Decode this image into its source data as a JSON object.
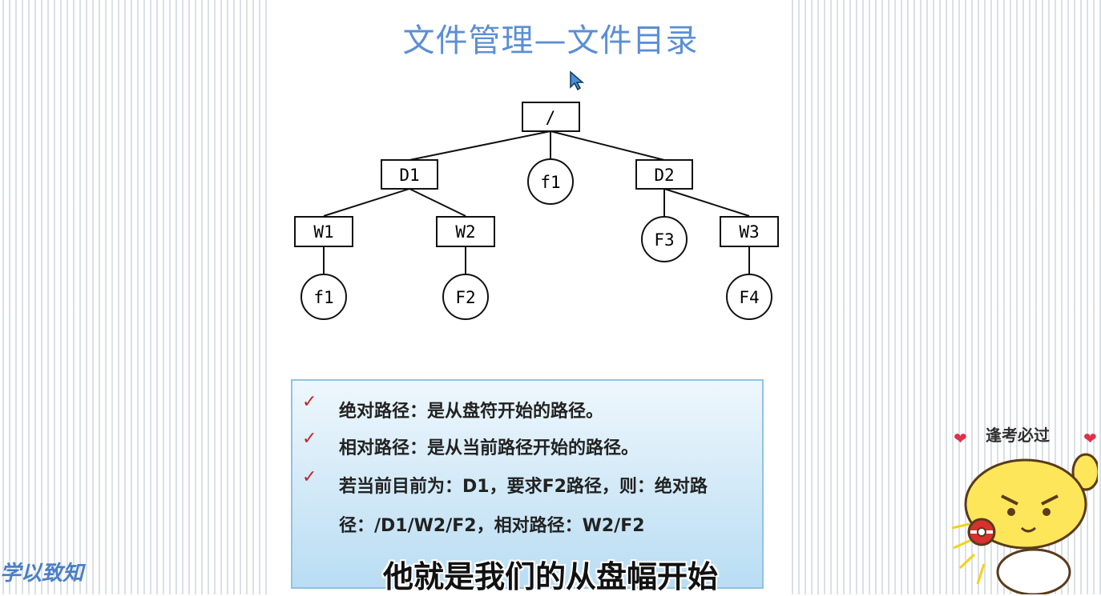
{
  "title": "文件管理—文件目录",
  "tree": {
    "root": "/",
    "level1": [
      "D1",
      "f1",
      "D2"
    ],
    "level2": [
      "W1",
      "W2",
      "F3",
      "W3"
    ],
    "level3": [
      "f1",
      "F2",
      "F4"
    ]
  },
  "bullets": [
    "绝对路径：是从盘符开始的路径。",
    "相对路径：是从当前路径开始的路径。",
    "若当前目前为：D1，要求F2路径，则：绝对路径：/D1/W2/F2，相对路径：W2/F2"
  ],
  "subtitle": "他就是我们的从盘幅开始",
  "watermark": "学以致知",
  "sticker": {
    "caption": "逢考必过",
    "heart": "❤"
  },
  "icons": {
    "check": "✓",
    "cursor": "cursor-arrow-icon"
  },
  "colors": {
    "title": "#5b8fd6",
    "check": "#c0282a",
    "box_bg": "#b9ddf3"
  }
}
